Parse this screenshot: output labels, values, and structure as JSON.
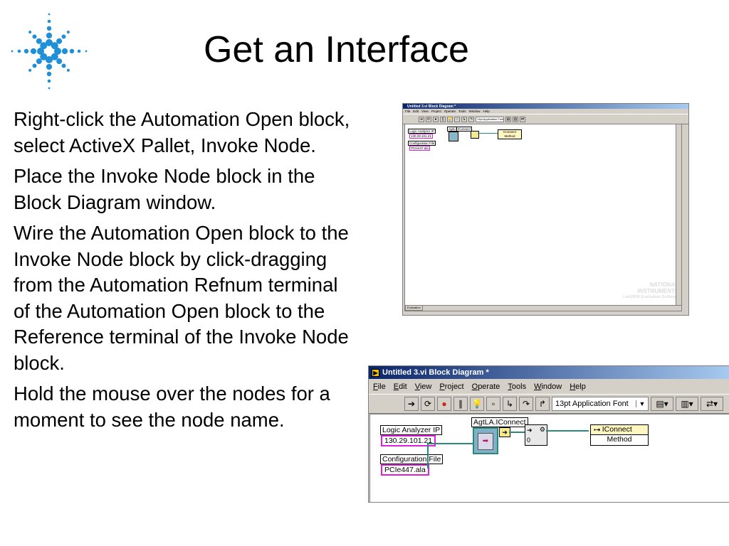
{
  "slide": {
    "title": "Get an Interface",
    "paragraphs": [
      "Right-click the Automation Open block, select ActiveX Pallet, Invoke Node.",
      "Place the Invoke Node block in the Block Diagram window.",
      "Wire the Automation Open block to the Invoke Node block by click-dragging from the Automation Refnum terminal of the Automation Open block to the Reference terminal of the Invoke Node block.",
      "Hold the mouse over the nodes for a moment to see the node name."
    ],
    "logo_icon": "agilent-spark-logo",
    "logo_color": "#1f8fd8"
  },
  "window_small": {
    "title": "Untitled 3.vi Block Diagram *",
    "menus": [
      "File",
      "Edit",
      "View",
      "Project",
      "Operate",
      "Tools",
      "Window",
      "Help"
    ],
    "font": "13pt Application Font",
    "logic_label": "Logic Analyzer IP",
    "logic_value": "130.29.101.21",
    "config_label": "Configuration File",
    "config_value": "PCIe447.ala",
    "node_label": "AgtLA.",
    "invoke_label": "IConnect",
    "invoke_method": "Method",
    "watermark_line1": "NATIONAL",
    "watermark_line2": "INSTRUMENTS",
    "watermark_line3": "LabVIEW Evaluation Software",
    "context": "Evaluation"
  },
  "window_large": {
    "title": "Untitled 3.vi Block Diagram *",
    "menus": [
      "File",
      "Edit",
      "View",
      "Project",
      "Operate",
      "Tools",
      "Window",
      "Help"
    ],
    "font": "13pt Application Font",
    "logic_label": "Logic Analyzer IP",
    "logic_value": "130.29.101.21",
    "config_label": "Configuration File",
    "config_value": "PCIe447.ala",
    "node_label": "AgtLA.IConnect",
    "invoke_label": "IConnect",
    "invoke_method": "Method"
  },
  "colors": {
    "titlebar": "#0a246a",
    "control_border": "#e020e0",
    "wire": "#2a8a7a",
    "window_bg": "#d4d0c8"
  }
}
